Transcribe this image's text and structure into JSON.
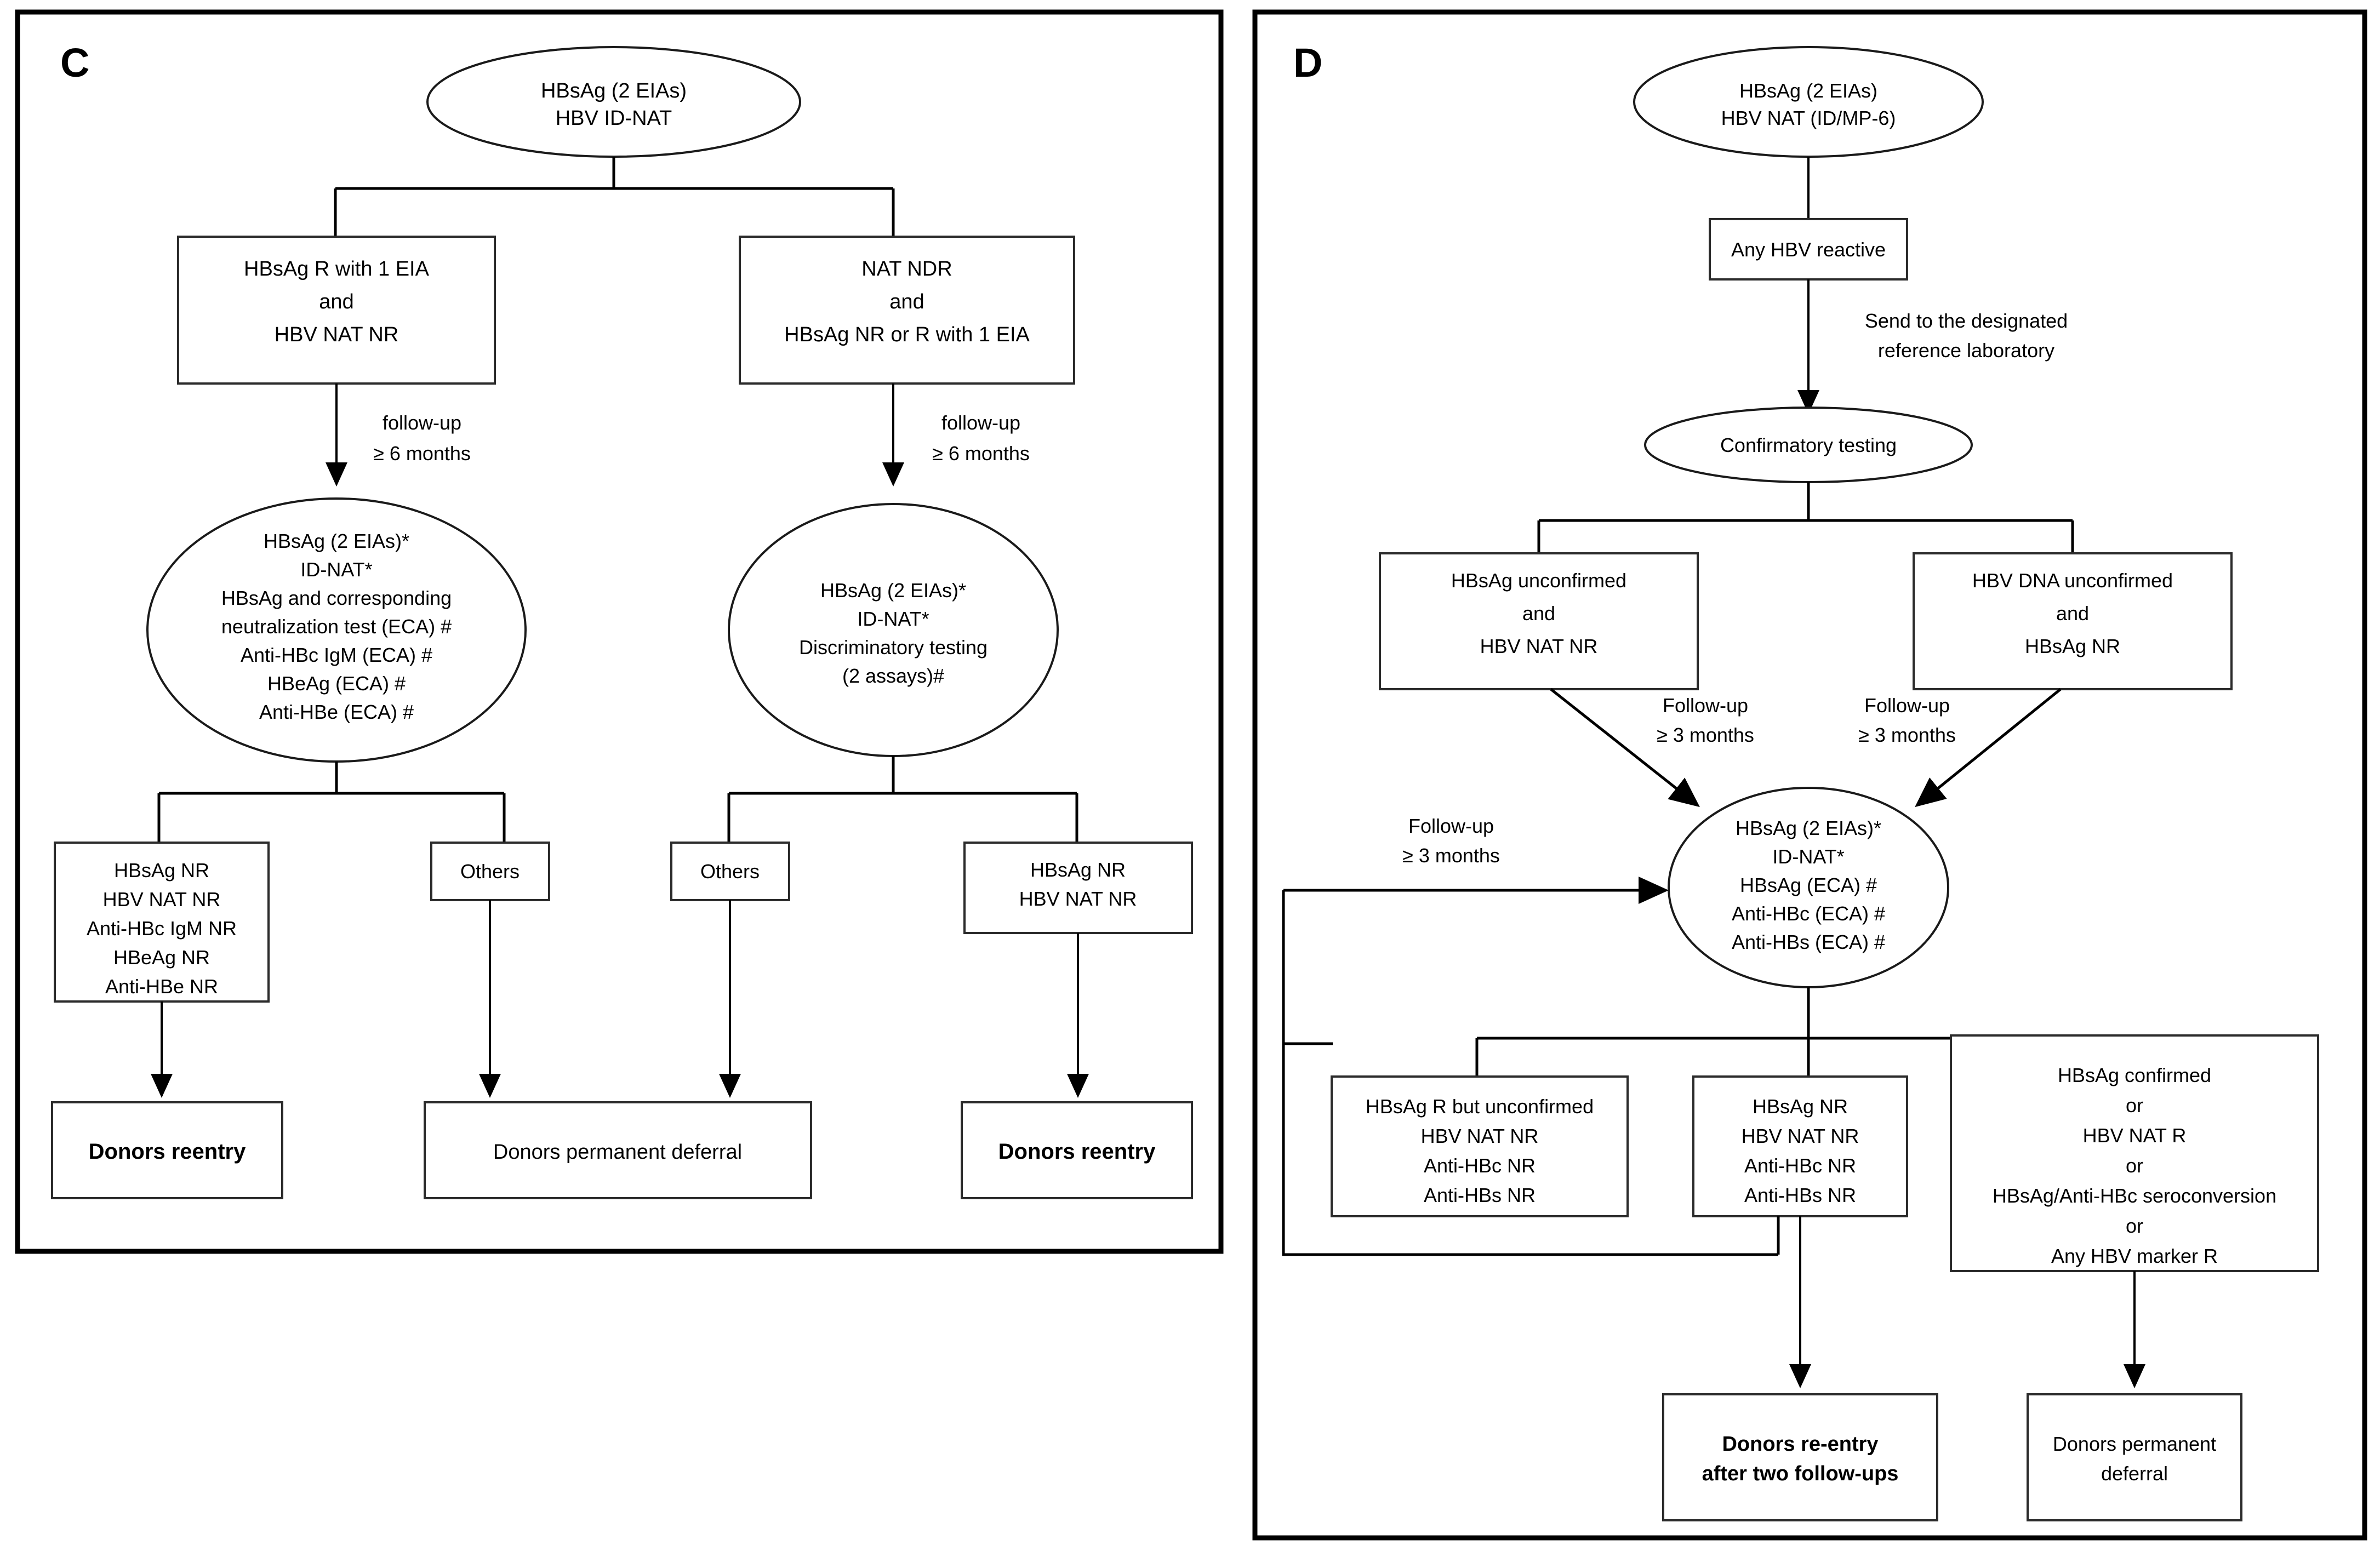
{
  "figure": {
    "panels": [
      {
        "letter": "C",
        "nodes": {
          "root_ellipse": [
            "HBsAg (2 EIAs)",
            "HBV ID-NAT"
          ],
          "left_box": [
            "HBsAg R with 1 EIA",
            "and",
            "HBV NAT NR"
          ],
          "right_box": [
            "NAT NDR",
            "and",
            "HBsAg NR or R with 1 EIA"
          ],
          "left_followup": [
            "follow-up",
            "≥ 6 months"
          ],
          "right_followup": [
            "follow-up",
            "≥ 6 months"
          ],
          "left_ellipse": [
            "HBsAg (2 EIAs)*",
            "ID-NAT*",
            "HBsAg and corresponding",
            "neutralization test (ECA) #",
            "Anti-HBc IgM (ECA) #",
            "HBeAg (ECA) #",
            "Anti-HBe (ECA) #"
          ],
          "right_ellipse": [
            "HBsAg (2 EIAs)*",
            "ID-NAT*",
            "Discriminatory testing",
            "(2 assays)#"
          ],
          "result_box_1": [
            "HBsAg NR",
            "HBV NAT NR",
            "Anti-HBc IgM NR",
            "HBeAg NR",
            "Anti-HBe NR"
          ],
          "others_box_1": [
            "Others"
          ],
          "others_box_2": [
            "Others"
          ],
          "result_box_2": [
            "HBsAg NR",
            "HBV NAT NR"
          ],
          "outcome_1": [
            "Donors reentry"
          ],
          "outcome_2": [
            "Donors permanent deferral"
          ],
          "outcome_3": [
            "Donors reentry"
          ]
        }
      },
      {
        "letter": "D",
        "nodes": {
          "root_ellipse": [
            "HBsAg (2 EIAs)",
            "HBV NAT (ID/MP-6)"
          ],
          "any_reactive_box": [
            "Any HBV reactive"
          ],
          "send_label": [
            "Send to the designated",
            "reference laboratory"
          ],
          "confirmatory_ellipse": [
            "Confirmatory testing"
          ],
          "left_box": [
            "HBsAg unconfirmed",
            "and",
            "HBV NAT NR"
          ],
          "right_box": [
            "HBV DNA unconfirmed",
            "and",
            "HBsAg NR"
          ],
          "left_followup": [
            "Follow-up",
            "≥ 3 months"
          ],
          "right_followup": [
            "Follow-up",
            "≥ 3 months"
          ],
          "loop_followup": [
            "Follow-up",
            "≥ 3 months"
          ],
          "center_ellipse": [
            "HBsAg (2 EIAs)*",
            "ID-NAT*",
            "HBsAg (ECA) #",
            "Anti-HBc (ECA) #",
            "Anti-HBs (ECA) #"
          ],
          "outcome_box_left": [
            "HBsAg R but unconfirmed",
            "HBV NAT NR",
            "Anti-HBc NR",
            "Anti-HBs NR"
          ],
          "outcome_box_mid": [
            "HBsAg NR",
            "HBV NAT NR",
            "Anti-HBc NR",
            "Anti-HBs NR"
          ],
          "outcome_box_right": [
            "HBsAg confirmed",
            "or",
            "HBV NAT R",
            "or",
            "HBsAg/Anti-HBc seroconversion",
            "or",
            "Any HBV marker R"
          ],
          "final_reentry": [
            "Donors re-entry",
            "after two follow-ups"
          ],
          "final_deferral": [
            "Donors permanent",
            "deferral"
          ]
        }
      }
    ],
    "colors": {
      "stroke": "#000000",
      "box_stroke": "#2b2b2b",
      "background": "#ffffff"
    }
  }
}
